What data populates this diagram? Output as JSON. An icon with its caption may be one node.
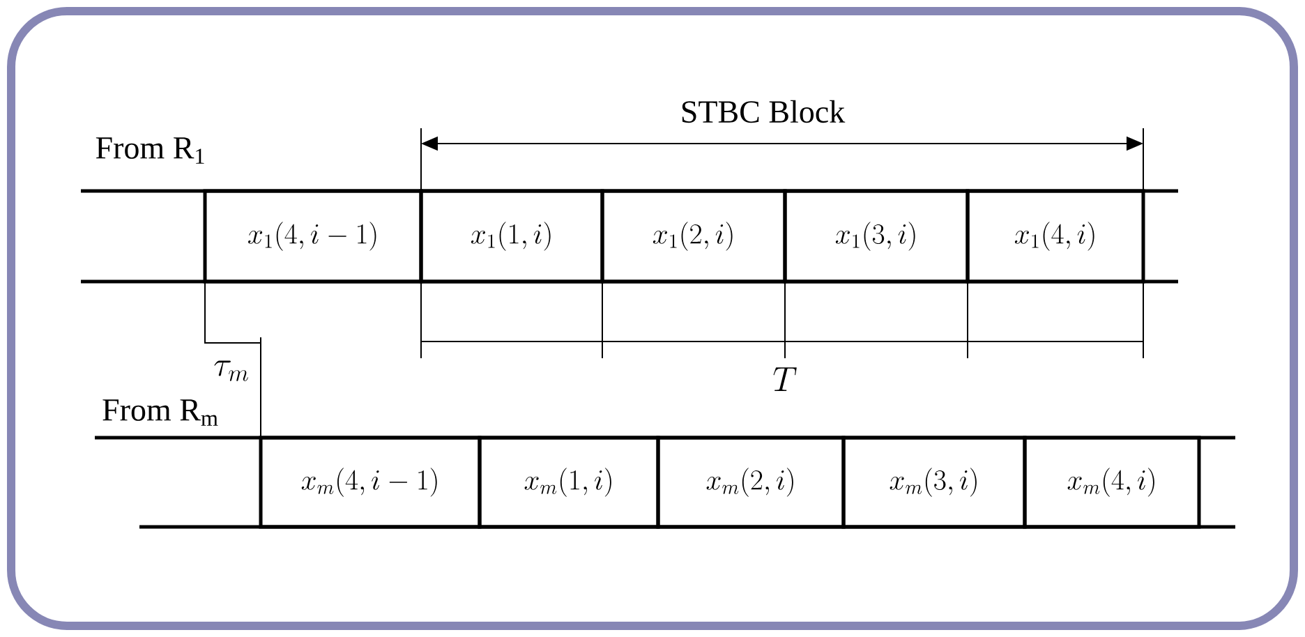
{
  "diagram": {
    "nodes": [
      {
        "text": [
          "x_1(4,i-1)"
        ]
      },
      {
        "text": [
          "x_1(1,i)"
        ]
      },
      {
        "text": [
          "x_1(2,i)"
        ]
      },
      {
        "text": [
          "x_1(3,i)"
        ]
      },
      {
        "text": [
          "x_1(4,i)"
        ]
      },
      {
        "text": [
          "x_m(4,i-1)"
        ]
      },
      {
        "text": [
          "x_m(1,i)"
        ]
      },
      {
        "text": [
          "x_m(2,i)"
        ]
      },
      {
        "text": [
          "x_m(3,i)"
        ]
      },
      {
        "text": [
          "x_m(4,i)"
        ]
      }
    ],
    "labels": [
      "STBC Block",
      "From R$_{1}$",
      "\\tau_m",
      "T",
      "From R$_{m}$"
    ]
  }
}
